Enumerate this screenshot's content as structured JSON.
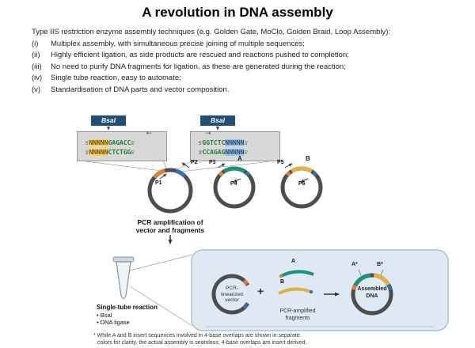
{
  "title": "A revolution in DNA assembly",
  "intro": {
    "lead": "Type IIS restriction enzyme assembly techniques (e.g. Golden Gate, MoClo, Golden Braid, Loop Assembly):",
    "items": [
      {
        "num": "(i)",
        "text": "Multiplex assembly, with simultaneous precise joining of multiple sequences;"
      },
      {
        "num": "(ii)",
        "text": "Highly efficient ligation, as side products are rescued and reactions pushed to completion;"
      },
      {
        "num": "(iii)",
        "text": "No need to purify DNA fragments for ligation, as these are generated during the reaction;"
      },
      {
        "num": "(iv)",
        "text": "Single tube reaction, easy to automate;"
      },
      {
        "num": "(v)",
        "text": "Standardisation of DNA parts and vector composition."
      }
    ]
  },
  "enzyme_label": "BsaI",
  "seq_left": {
    "t5": "5'",
    "t_n": "NNNNN",
    "t_site": "GAGACC",
    "t3": "3'",
    "b3": "3'",
    "b_n": "NNNNN",
    "b_site": "CTCTGG",
    "b5": "5'"
  },
  "seq_right": {
    "t5": "5'",
    "t_site": "GGTCTC",
    "t_n": "NNNNN",
    "t3": "3'",
    "b3": "3'",
    "b_site": "CCAGAG",
    "b_n": "NNNNN",
    "b5": "5'"
  },
  "icons": {
    "arrow_left": "←",
    "arrow_right": "→"
  },
  "primers": {
    "p1": "P1",
    "p2": "P2",
    "p3": "P3",
    "p4": "P4",
    "p5": "P5",
    "p6": "P6"
  },
  "labels": {
    "frag_a": "A",
    "frag_b": "B",
    "a_star": "A*",
    "b_star": "B*"
  },
  "pcr_step": {
    "line1": "PCR amplification of",
    "line2": "vector and fragments"
  },
  "tube": {
    "title": "Single-tube reaction",
    "item1": "• BsaI",
    "item2": "• DNA ligase"
  },
  "panel": {
    "vector_l1": "PCR-",
    "vector_l2": "linearized",
    "vector_l3": "vector",
    "plus": "+",
    "frag_l1": "PCR-amplified",
    "frag_l2": "fragments",
    "asm_l1": "Assembled",
    "asm_l2": "DNA"
  },
  "footnote": {
    "line1": "* While A and B insert sequences involved in 4-base overlaps are shown in separate",
    "line2": "colors for clarity, the actual assembly is seamless; 4-base overlaps are insert derived."
  },
  "colors": {
    "enzyme_box": "#1f4e79",
    "plasmid_gray": "#4d4d4d",
    "junction_orange": "#e0802a",
    "junction_blue": "#2e74b5",
    "fragment_a_teal": "#16947e",
    "fragment_b_yellow": "#e2b33c",
    "panel_bg": "#dfe9f3",
    "n_highlight_yellow": "#f6d35e",
    "n_highlight_blue": "#9dc3e6",
    "site_green": "#1e7a34"
  }
}
